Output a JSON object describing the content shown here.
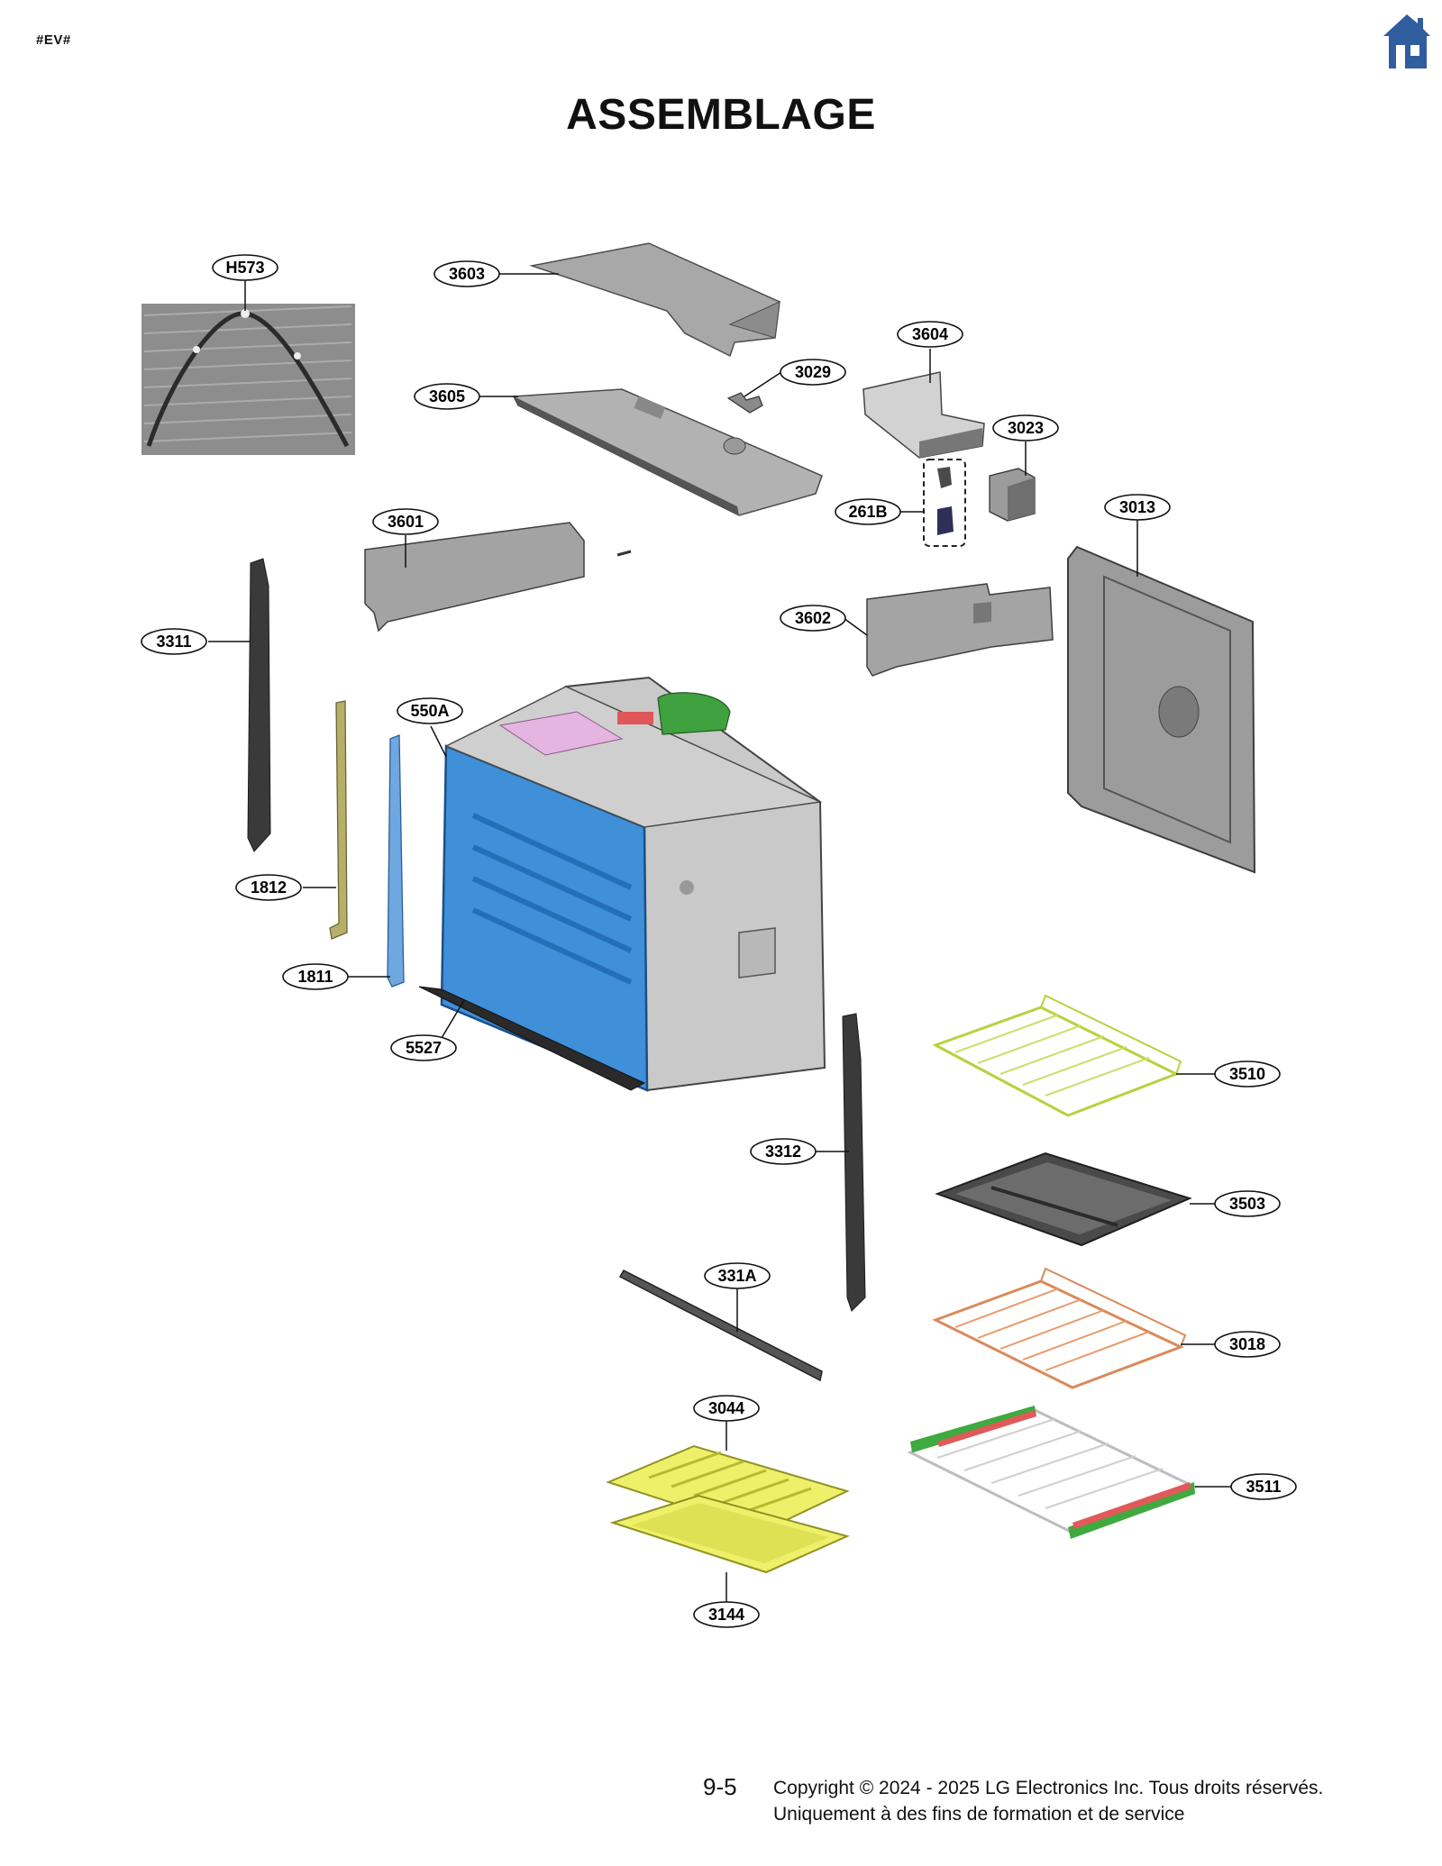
{
  "header": {
    "tag": "#EV#",
    "title": "ASSEMBLAGE",
    "home_icon": "home-icon"
  },
  "diagram": {
    "callouts": [
      "H573",
      "3603",
      "3029",
      "3604",
      "3605",
      "3023",
      "261B",
      "3013",
      "3601",
      "3602",
      "3311",
      "550A",
      "1812",
      "1811",
      "5527",
      "3510",
      "3312",
      "3503",
      "331A",
      "3018",
      "3044",
      "3511",
      "3144"
    ]
  },
  "footer": {
    "page_number": "9-5",
    "copyright_line1": "Copyright © 2024 - 2025 LG Electronics Inc. Tous droits réservés.",
    "copyright_line2": "Uniquement à des fins de formation et de service"
  },
  "colors": {
    "home_icon": "#2f5d9e",
    "cavity_blue": "#3f8fd9",
    "rack_lime": "#c8e06a",
    "rack_orange": "#e89a6a",
    "tray_yellow": "#eef06a",
    "fan_green": "#3fa13f",
    "panel_gray": "#a9a9a9"
  }
}
